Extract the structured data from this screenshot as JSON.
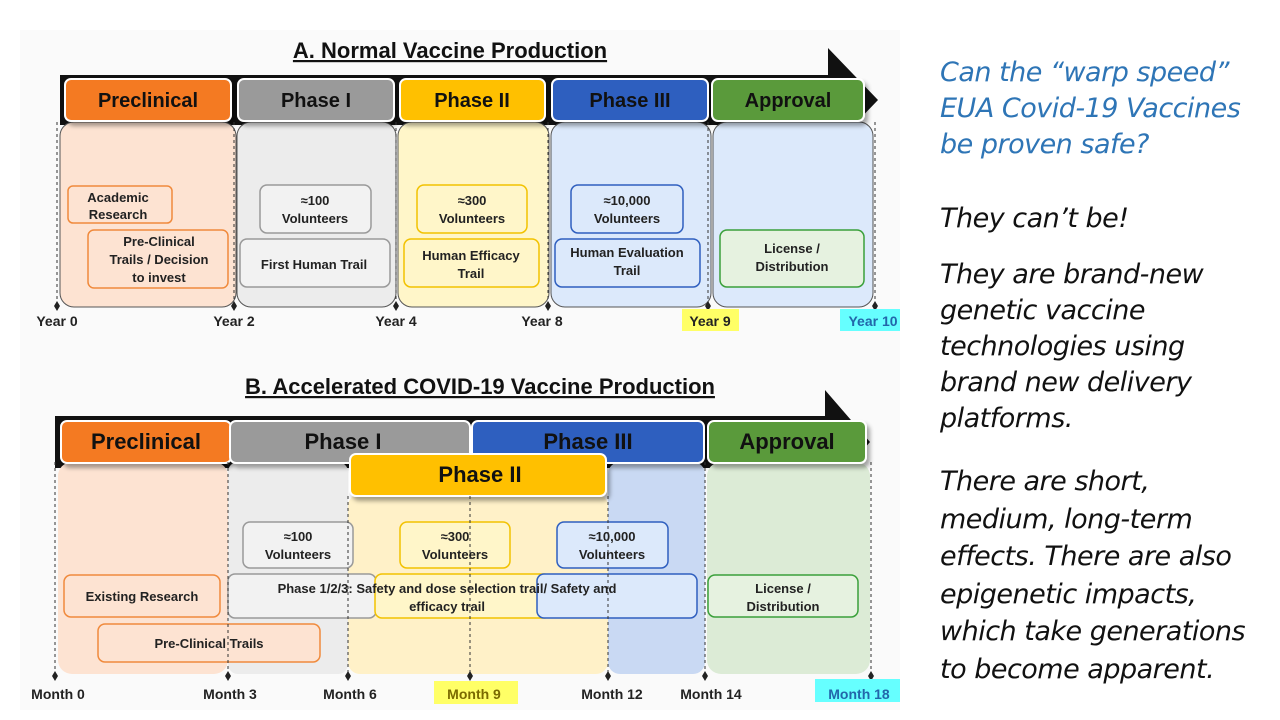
{
  "panel_a": {
    "title": "A. Normal Vaccine Production",
    "stages": [
      "Preclinical",
      "Phase I",
      "Phase II",
      "Phase III",
      "Approval"
    ],
    "boxes": {
      "academic": [
        "Academic",
        "Research"
      ],
      "preclinical": [
        "Pre-Clinical",
        "Trails / Decision",
        "to invest"
      ],
      "vol1": [
        "≈100",
        "Volunteers"
      ],
      "vol2": [
        "≈300",
        "Volunteers"
      ],
      "vol3": [
        "≈10,000",
        "Volunteers"
      ],
      "first_human": "First Human Trail",
      "efficacy": [
        "Human Efficacy",
        "Trail"
      ],
      "evaluation": [
        "Human Evaluation",
        "Trail"
      ],
      "license": [
        "License /",
        "Distribution"
      ]
    },
    "ticks": [
      "Year 0",
      "Year 2",
      "Year 4",
      "Year 8",
      "Year 9",
      "Year 10"
    ]
  },
  "panel_b": {
    "title": "B. Accelerated COVID-19 Vaccine Production",
    "stages": [
      "Preclinical",
      "Phase I",
      "Phase III",
      "Approval",
      "Phase II"
    ],
    "boxes": {
      "vol1": [
        "≈100",
        "Volunteers"
      ],
      "vol2": [
        "≈300",
        "Volunteers"
      ],
      "vol3": [
        "≈10,000",
        "Volunteers"
      ],
      "existing": "Existing Research",
      "combined": [
        "Phase 1/2/3: Safety and dose selection trail/ Safety and",
        "efficacy trail"
      ],
      "preclinical": "Pre-Clinical Trails",
      "license": [
        "License /",
        "Distribution"
      ]
    },
    "ticks": [
      "Month 0",
      "Month 3",
      "Month 6",
      "Month 9",
      "Month 12",
      "Month 14",
      "Month 18"
    ]
  },
  "side_text": {
    "question": [
      "Can the “warp speed”",
      "EUA Covid-19 Vaccines",
      "be proven safe?"
    ],
    "p1": "They can’t be!",
    "p2": [
      "They are brand-new",
      "genetic vaccine",
      "technologies using",
      "brand new delivery",
      "platforms."
    ],
    "p3": [
      "There are short,",
      "medium, long-term",
      "effects.  There are also",
      "epigenetic impacts,",
      "which take generations",
      "to become apparent."
    ]
  },
  "colors": {
    "preclinical": "#f47a20",
    "phase1": "#9a9a9a",
    "phase2": "#ffc000",
    "phase3": "#2f5fbf",
    "approval": "#5a9a3a",
    "question_text": "#2e75b6",
    "highlight_yellow": "#ffff66",
    "highlight_cyan": "#66ffff"
  }
}
